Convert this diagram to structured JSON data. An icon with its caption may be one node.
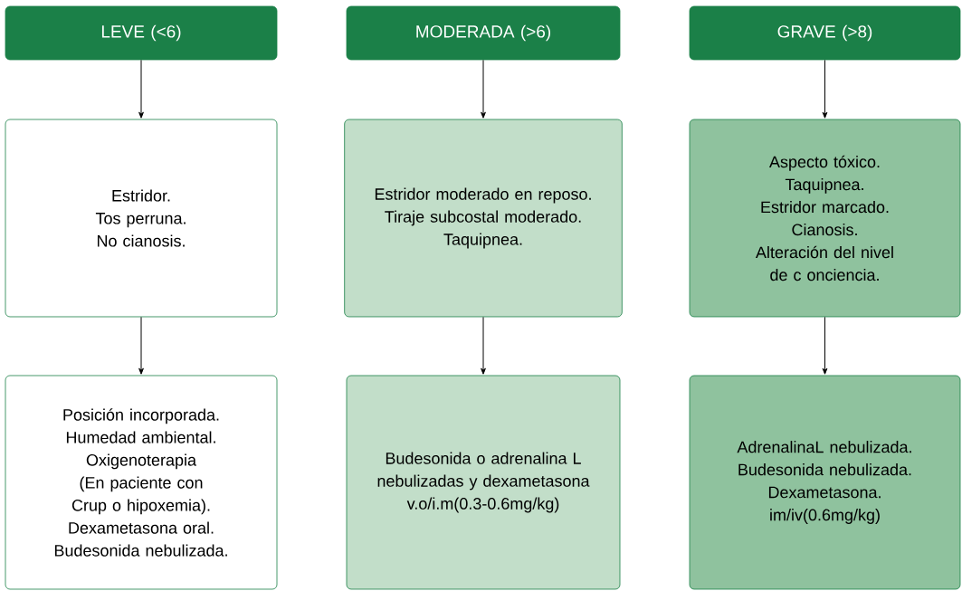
{
  "diagram": {
    "nodes": [
      {
        "text": [
          "LEVE (<6)"
        ]
      },
      {
        "text": [
          "MODERADA (>6)"
        ]
      },
      {
        "text": [
          "GRAVE (>8)"
        ]
      },
      {
        "text": [
          "Estridor.",
          "Tos perruna.",
          "No cianosis."
        ]
      },
      {
        "text": [
          "Estridor moderado en reposo.",
          "Tiraje subcostal moderado.",
          "Taquipnea."
        ]
      },
      {
        "text": [
          "Aspecto tóxico.",
          "Taquipnea.",
          "Estridor marcado.",
          "Cianosis.",
          "Alteración del nivel de c onciencia."
        ]
      },
      {
        "text": [
          "Posición incorporada.",
          "Humedad ambiental.",
          "Oxigenoterapia",
          "(En paciente con Crup o hipoxemia).",
          "Dexametasona oral.",
          "Budesonida nebulizada."
        ]
      },
      {
        "text": [
          "Budesonida o adrenalina L nebulizadas y dexametasona v.o/i.m(0.3-0.6mg/kg)"
        ]
      },
      {
        "text": [
          "AdrenalinaL nebulizada.",
          "Budesonida nebulizada.",
          "Dexametasona.",
          "im/iv(0.6mg/kg)"
        ]
      }
    ],
    "edges": [
      {
        "from": 0,
        "to": 3,
        "arrow": "to"
      },
      {
        "from": 1,
        "to": 4,
        "arrow": "to"
      },
      {
        "from": 2,
        "to": 5,
        "arrow": "to"
      },
      {
        "from": 3,
        "to": 6,
        "arrow": "to"
      },
      {
        "from": 4,
        "to": 7,
        "arrow": "to"
      },
      {
        "from": 5,
        "to": 8,
        "arrow": "to"
      }
    ]
  }
}
